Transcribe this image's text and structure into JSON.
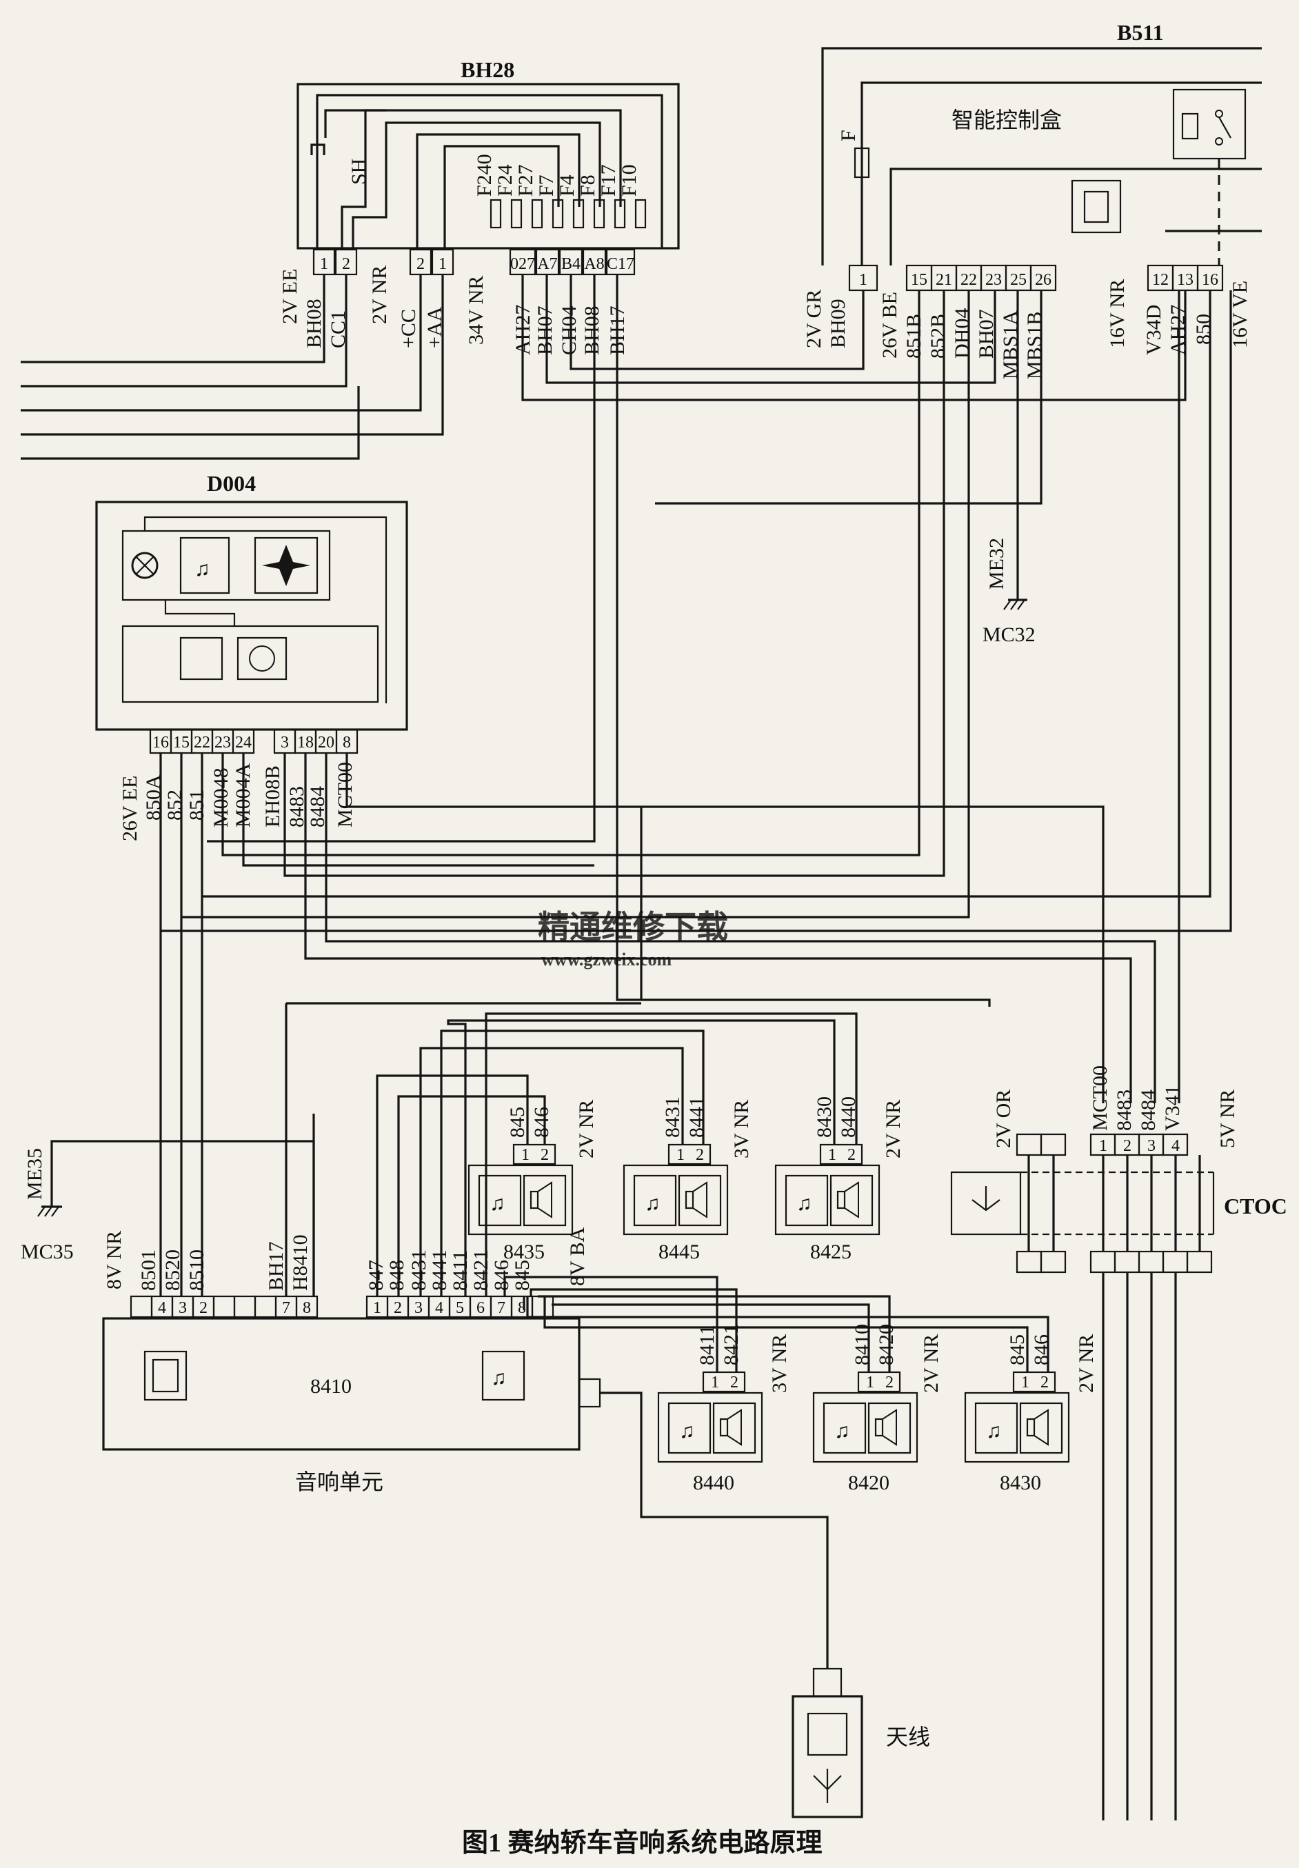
{
  "components": {
    "bh28": {
      "code": "BH28",
      "switch_label": "SH",
      "fuses": [
        "F240",
        "F24",
        "F27",
        "F7",
        "F4",
        "F8",
        "F17",
        "F10"
      ],
      "pins": [
        "1",
        "2",
        "2",
        "1",
        "027",
        "A7",
        "B4",
        "A8",
        "C17"
      ],
      "conn1": "2V EE",
      "conn2": "2V NR",
      "conn3": "34V NR",
      "wires": [
        "BH08",
        "CC1",
        "+CC",
        "+AA",
        "AH27",
        "BH07",
        "CH04",
        "BH08",
        "BH17"
      ]
    },
    "b511": {
      "code": "B511",
      "title": "智能控制盒",
      "fuse": "F",
      "pins": [
        "1",
        "15",
        "21",
        "22",
        "23",
        "25",
        "26",
        "12",
        "13",
        "16"
      ],
      "conn1": "2V GR",
      "conn2": "26V BE",
      "conn3": "16V NR",
      "conn4": "16V VE",
      "wires": [
        "BH09",
        "851B",
        "852B",
        "DH04",
        "BH07",
        "MBS1A",
        "MBS1B",
        "V34D",
        "AH27",
        "850"
      ]
    },
    "d004": {
      "code": "D004",
      "pins": [
        "16",
        "15",
        "22",
        "23",
        "24",
        "3",
        "18",
        "20",
        "8"
      ],
      "conn": "26V EE",
      "wires": [
        "850A",
        "852",
        "851",
        "M0048",
        "M004A",
        "EH08B",
        "8483",
        "8484",
        "MCT00"
      ]
    },
    "grounds": {
      "me32": "ME32",
      "mc32": "MC32",
      "me35": "ME35",
      "mc35": "MC35"
    },
    "ctoc": {
      "code": "CTOC",
      "conn1": "2V OR",
      "conn2": "5V NR",
      "pins": [
        "1",
        "2",
        "3",
        "4"
      ],
      "wires": [
        "MCT00",
        "8483",
        "8484",
        "V341"
      ]
    },
    "speakers_top": [
      {
        "code": "8435",
        "conn": "2V NR",
        "wires": [
          "845",
          "846"
        ],
        "pins": [
          "1",
          "2"
        ]
      },
      {
        "code": "8445",
        "conn": "3V NR",
        "wires": [
          "8431",
          "8441"
        ],
        "pins": [
          "1",
          "2"
        ]
      },
      {
        "code": "8425",
        "conn": "2V NR",
        "wires": [
          "8430",
          "8440"
        ],
        "pins": [
          "1",
          "2"
        ]
      }
    ],
    "speakers_bottom": [
      {
        "code": "8440",
        "conn": "3V NR",
        "wires": [
          "8411",
          "8421"
        ],
        "pins": [
          "1",
          "2"
        ]
      },
      {
        "code": "8420",
        "conn": "2V NR",
        "wires": [
          "8410",
          "8420"
        ],
        "pins": [
          "1",
          "2"
        ]
      },
      {
        "code": "8430",
        "conn": "2V NR",
        "wires": [
          "845",
          "846"
        ],
        "pins": [
          "1",
          "2"
        ]
      }
    ],
    "head_unit": {
      "code": "8410",
      "title": "音响单元",
      "conn1": "8V NR",
      "conn2": "8V BA",
      "left_pins": [
        "4",
        "3",
        "2",
        "7",
        "8"
      ],
      "left_wires": [
        "8501",
        "8520",
        "8510",
        "BH17",
        "H8410"
      ],
      "right_pins": [
        "1",
        "2",
        "3",
        "4",
        "5",
        "6",
        "7",
        "8"
      ],
      "right_wires": [
        "847",
        "848",
        "8431",
        "8441",
        "8411",
        "8421",
        "846",
        "845"
      ]
    },
    "antenna": {
      "title": "天线"
    }
  },
  "watermark": {
    "cn": "精通维修下载",
    "url": "www.gzweix.com"
  },
  "caption": "图1    赛纳轿车音响系统电路原理"
}
